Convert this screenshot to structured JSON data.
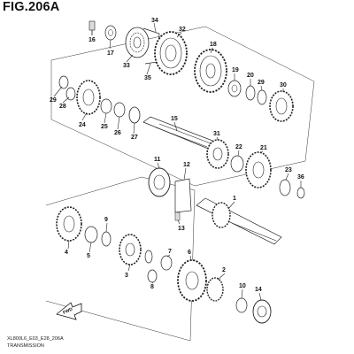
{
  "figure": {
    "title": "FIG.206A",
    "code": "XL800L6_E03_E28_206A",
    "name": "TRANSMISSION"
  },
  "fwd_label": "FWD",
  "callouts": [
    "34",
    "32",
    "16",
    "17",
    "33",
    "35",
    "18",
    "19",
    "20",
    "29",
    "30",
    "29",
    "28",
    "24",
    "25",
    "26",
    "27",
    "15",
    "31",
    "22",
    "21",
    "23",
    "36",
    "11",
    "12",
    "1",
    "13",
    "9",
    "4",
    "5",
    "3",
    "7",
    "6",
    "8",
    "2",
    "10",
    "14"
  ],
  "icons": {
    "fwd": "forward-arrow-icon"
  },
  "colors": {
    "ink": "#111111",
    "panel": "#ffffff"
  }
}
